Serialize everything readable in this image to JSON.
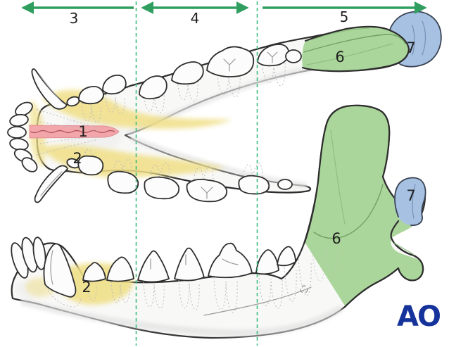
{
  "arrows": {
    "segment_3": {
      "label": "3",
      "direction": "left"
    },
    "segment_4": {
      "label": "4",
      "direction": "both"
    },
    "segment_5": {
      "label": "5",
      "direction": "right"
    }
  },
  "occlusal_view": {
    "region_1": {
      "label": "1",
      "color": "#f3a6aa"
    },
    "region_2": {
      "label": "2",
      "color": "#f0df86"
    },
    "region_6": {
      "label": "6",
      "color": "#abd69b"
    },
    "region_7": {
      "label": "7",
      "color": "#a6c1e2"
    }
  },
  "lateral_view": {
    "region_2": {
      "label": "2",
      "color": "#f0df86"
    },
    "region_6": {
      "label": "6",
      "color": "#abd69b"
    },
    "region_7": {
      "label": "7",
      "color": "#a6c1e2"
    }
  },
  "logo": {
    "text": "AO",
    "color": "#16339b"
  },
  "colors": {
    "arrow_green": "#2f9e5f",
    "dashed_line_green": "#3dbd7d",
    "outline": "#2e2e2e",
    "bone_fill": "#f8f8f7",
    "root_dots": "#bdbdbd",
    "red_midline": "#a85055"
  }
}
